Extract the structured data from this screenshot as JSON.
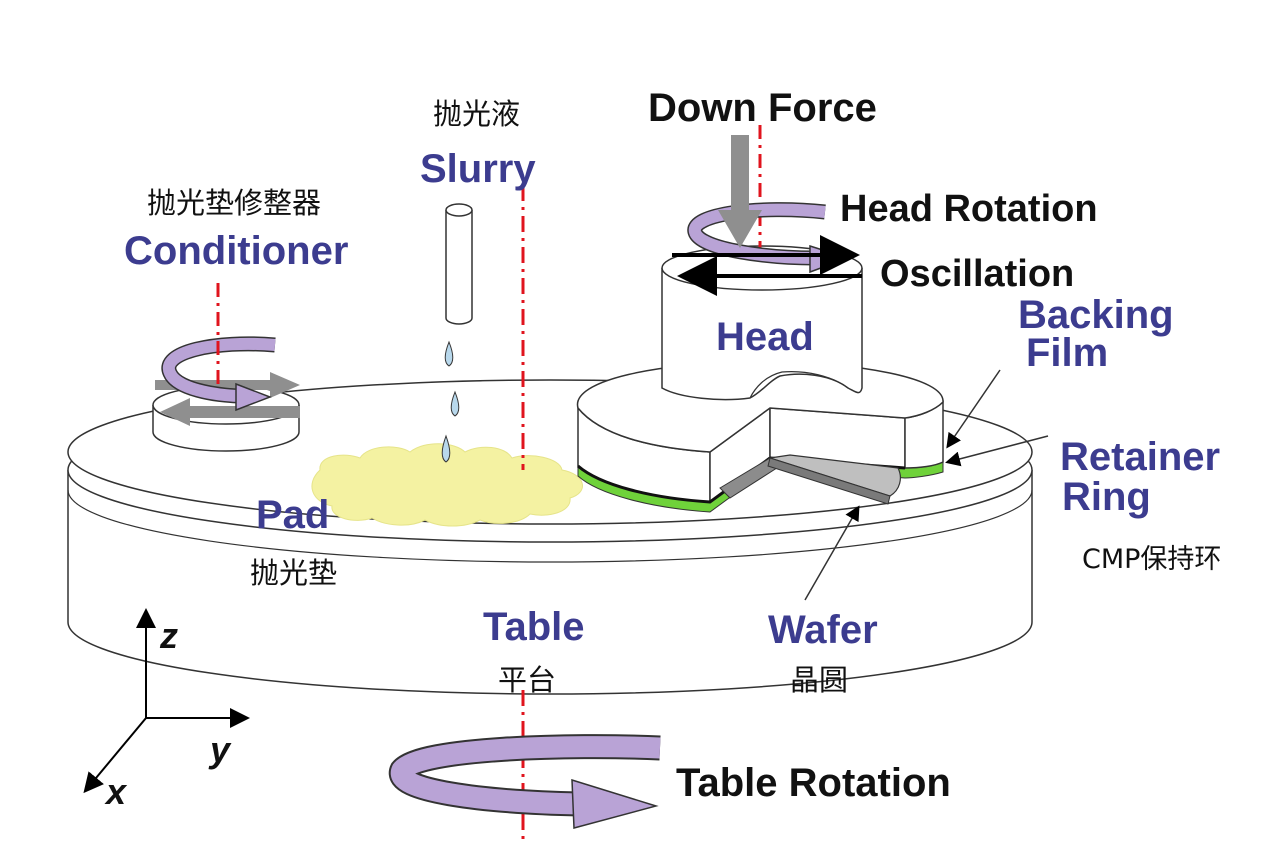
{
  "labels": {
    "down_force": "Down Force",
    "head_rotation": "Head Rotation",
    "oscillation": "Oscillation",
    "slurry_zh": "抛光液",
    "slurry": "Slurry",
    "conditioner_zh": "抛光垫修整器",
    "conditioner": "Conditioner",
    "head": "Head",
    "backing_line1": "Backing",
    "backing_line2": "Film",
    "retainer_line1": "Retainer",
    "retainer_line2": "Ring",
    "retainer_zh": "CMP保持环",
    "pad": "Pad",
    "pad_zh": "抛光垫",
    "table": "Table",
    "table_zh": "平台",
    "wafer": "Wafer",
    "wafer_zh": "晶圆",
    "table_rotation": "Table Rotation",
    "axis_z": "z",
    "axis_y": "y",
    "axis_x": "x"
  },
  "colors": {
    "label_purple": "#3c3c8f",
    "arrow_purple": "#b9a3d6",
    "axis_red": "#e0141e",
    "slurry_yellow": "#f4f2a2",
    "backing_green": "#6fd23a",
    "droplet_blue": "#b8d8ec"
  }
}
